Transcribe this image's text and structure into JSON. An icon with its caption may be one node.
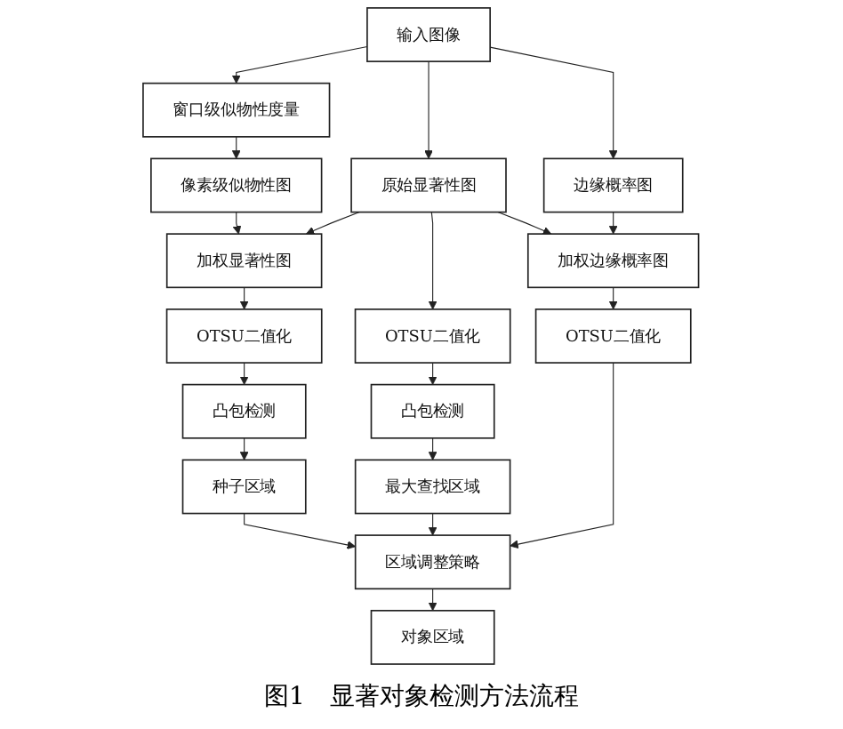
{
  "diagram": {
    "caption": "图1　显著对象检测方法流程",
    "nodes": [
      {
        "text": [
          "输入图像"
        ]
      },
      {
        "text": [
          "窗口级似物性度量"
        ]
      },
      {
        "text": [
          "边缘概率图"
        ]
      },
      {
        "text": [
          "像素级似物性图"
        ]
      },
      {
        "text": [
          "加权显著性图"
        ]
      },
      {
        "text": [
          "原始显著性图"
        ]
      },
      {
        "text": [
          "加权边缘概率图"
        ]
      },
      {
        "text": [
          "OTSU二值化"
        ]
      },
      {
        "text": [
          "OTSU二值化"
        ]
      },
      {
        "text": [
          "凸包检测"
        ]
      },
      {
        "text": [
          "凸包检测"
        ]
      },
      {
        "text": [
          "种子区域"
        ]
      },
      {
        "text": [
          "最大查找区域"
        ]
      },
      {
        "text": [
          "OTSU二值化"
        ]
      },
      {
        "text": [
          "区域调整策略"
        ]
      },
      {
        "text": [
          "对象区域"
        ]
      }
    ],
    "edges": [
      {
        "from": 0,
        "to": 1,
        "arrow": "to"
      },
      {
        "from": 0,
        "to": 5,
        "arrow": "to"
      },
      {
        "from": 0,
        "to": 2,
        "arrow": "to"
      },
      {
        "from": 1,
        "to": 3,
        "arrow": "to"
      },
      {
        "from": 3,
        "to": 4,
        "arrow": "to"
      },
      {
        "from": 5,
        "to": 4,
        "arrow": "to"
      },
      {
        "from": 5,
        "to": 6,
        "arrow": "to"
      },
      {
        "from": 2,
        "to": 6,
        "arrow": "to"
      },
      {
        "from": 4,
        "to": 7,
        "arrow": "to"
      },
      {
        "from": 5,
        "to": 8,
        "arrow": "to"
      },
      {
        "from": 7,
        "to": 9,
        "arrow": "to"
      },
      {
        "from": 8,
        "to": 10,
        "arrow": "to"
      },
      {
        "from": 9,
        "to": 11,
        "arrow": "to"
      },
      {
        "from": 10,
        "to": 12,
        "arrow": "to"
      },
      {
        "from": 6,
        "to": 13,
        "arrow": "to"
      },
      {
        "from": 11,
        "to": 14,
        "arrow": "to"
      },
      {
        "from": 12,
        "to": 14,
        "arrow": "to"
      },
      {
        "from": 13,
        "to": 14,
        "arrow": "to"
      },
      {
        "from": 14,
        "to": 15,
        "arrow": "to"
      }
    ]
  }
}
